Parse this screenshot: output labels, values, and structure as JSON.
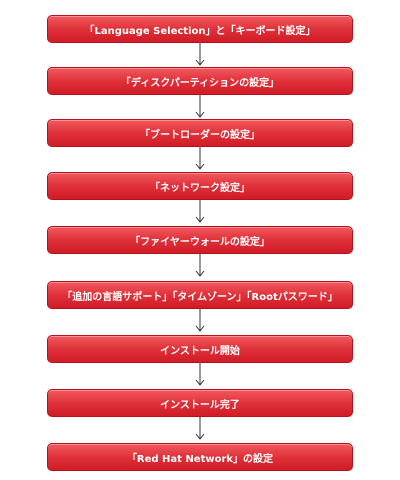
{
  "steps": [
    {
      "label": "「Language Selection」と「キーボード設定」"
    },
    {
      "label": "「ディスクパーティションの設定」"
    },
    {
      "label": "「ブートローダーの設定」"
    },
    {
      "label": "「ネットワーク設定」"
    },
    {
      "label": "「ファイヤーウォールの設定」"
    },
    {
      "label": "「追加の言語サポート」「タイムゾーン」「Rootパスワード」"
    },
    {
      "label": "インストール開始"
    },
    {
      "label": "インストール完了"
    },
    {
      "label": "「Red Hat Network」の設定"
    }
  ],
  "colors": {
    "box_fill": "#e0313a",
    "box_border": "#b8101a",
    "text": "#ffffff",
    "arrow": "#333333"
  },
  "icons": {
    "connector": "arrow-down-icon"
  }
}
